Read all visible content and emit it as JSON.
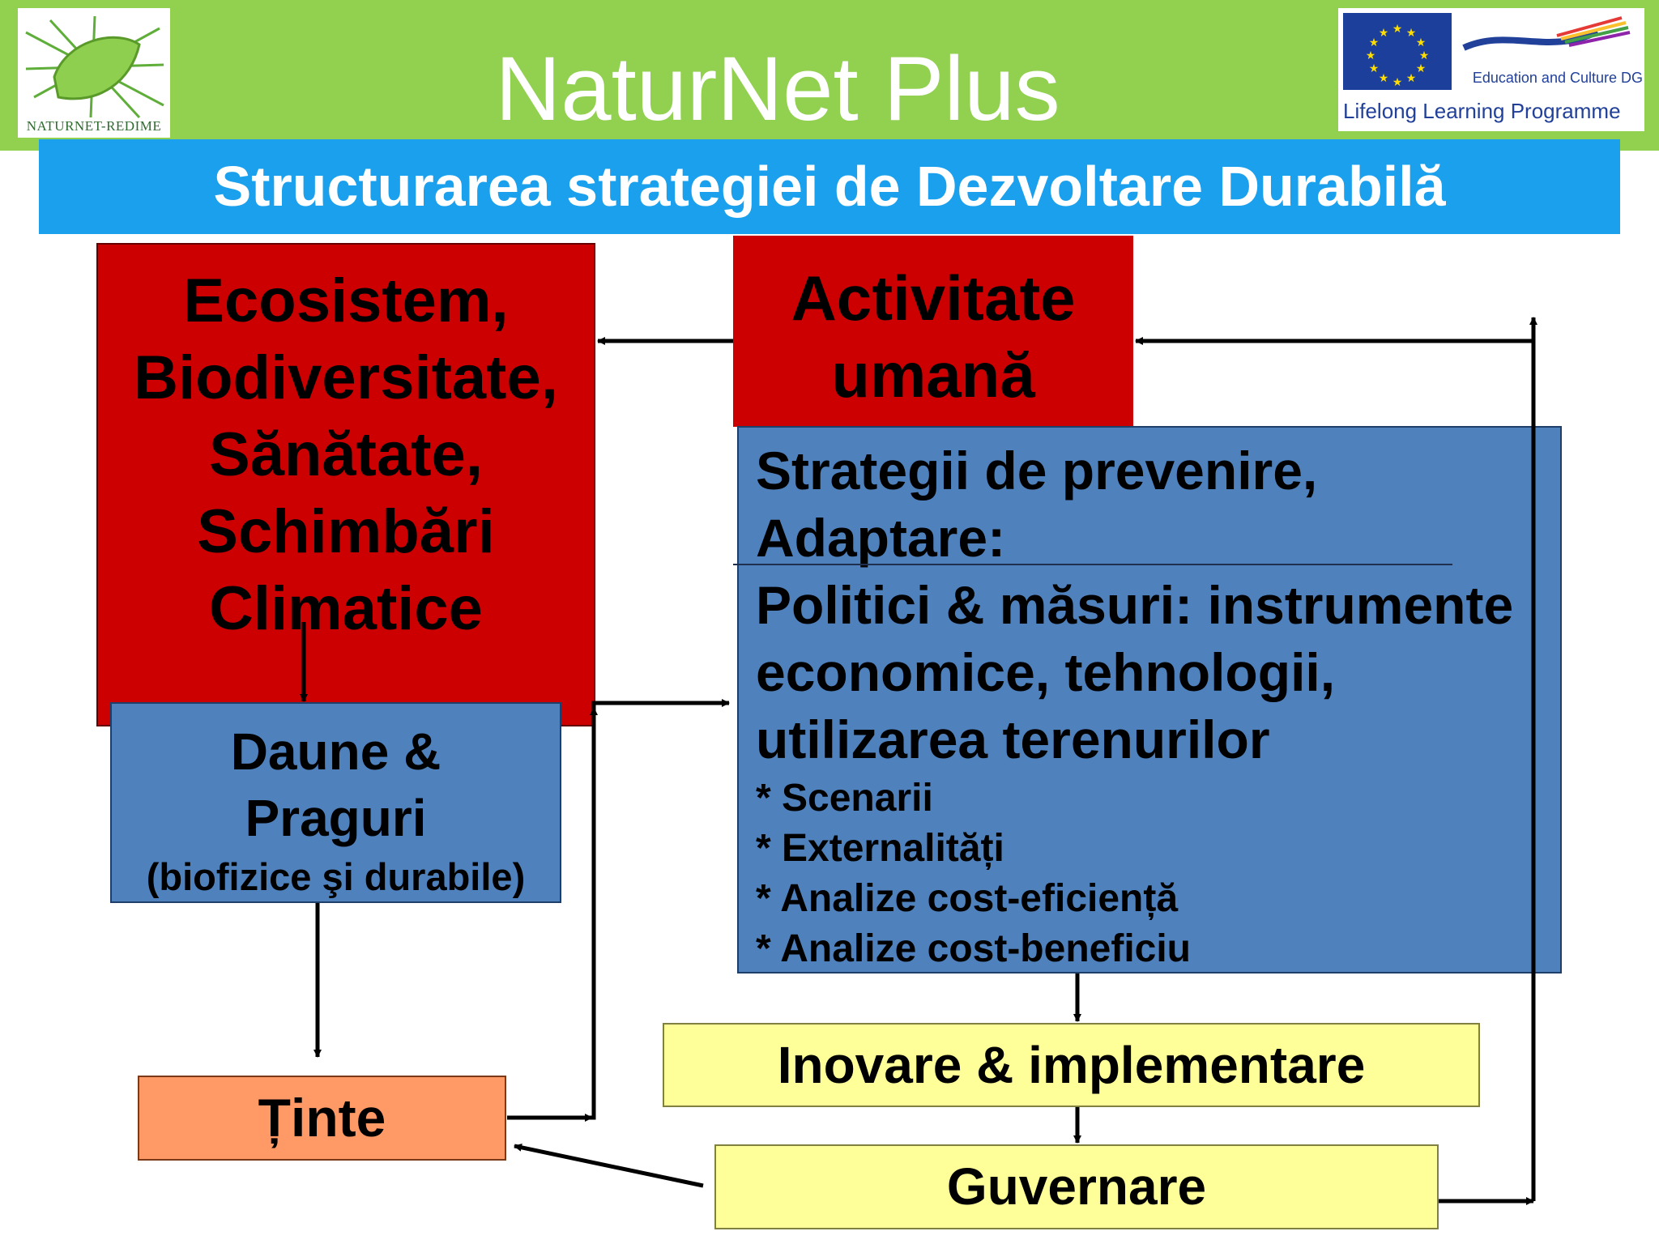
{
  "header": {
    "title": "NaturNet Plus",
    "logo_left_text": "NATURNET-REDIME",
    "logo_right": {
      "line1": "Education and Culture DG",
      "line2": "Lifelong Learning Programme"
    }
  },
  "subtitle": "Structurarea strategiei de Dezvoltare Durabilă",
  "boxes": {
    "ecosistem": [
      "Ecosistem,",
      "Biodiversitate,",
      "Sănătate,",
      "Schimbări",
      "Climatice"
    ],
    "activitate": [
      "Activitate",
      "umană"
    ],
    "strategii": {
      "lines": [
        "Strategii de prevenire,",
        "Adaptare:",
        "Politici & măsuri: instrumente",
        "economice, tehnologii,",
        "utilizarea terenurilor"
      ],
      "bullets": [
        "* Scenarii",
        "* Externalități",
        "* Analize cost-eficiență",
        "* Analize cost-beneficiu"
      ]
    },
    "daune": {
      "lines": [
        "Daune &",
        "Praguri"
      ],
      "sub": "(biofizice şi durabile)"
    },
    "tinte": "Ținte",
    "inovare": "Inovare & implementare",
    "guvernare": "Guvernare"
  },
  "colors": {
    "header_green": "#92d050",
    "subtitle_blue": "#1aa0ec",
    "red": "#cc0000",
    "steel_blue": "#4f81bd",
    "orange": "#ff9966",
    "yellow": "#ffff99"
  }
}
